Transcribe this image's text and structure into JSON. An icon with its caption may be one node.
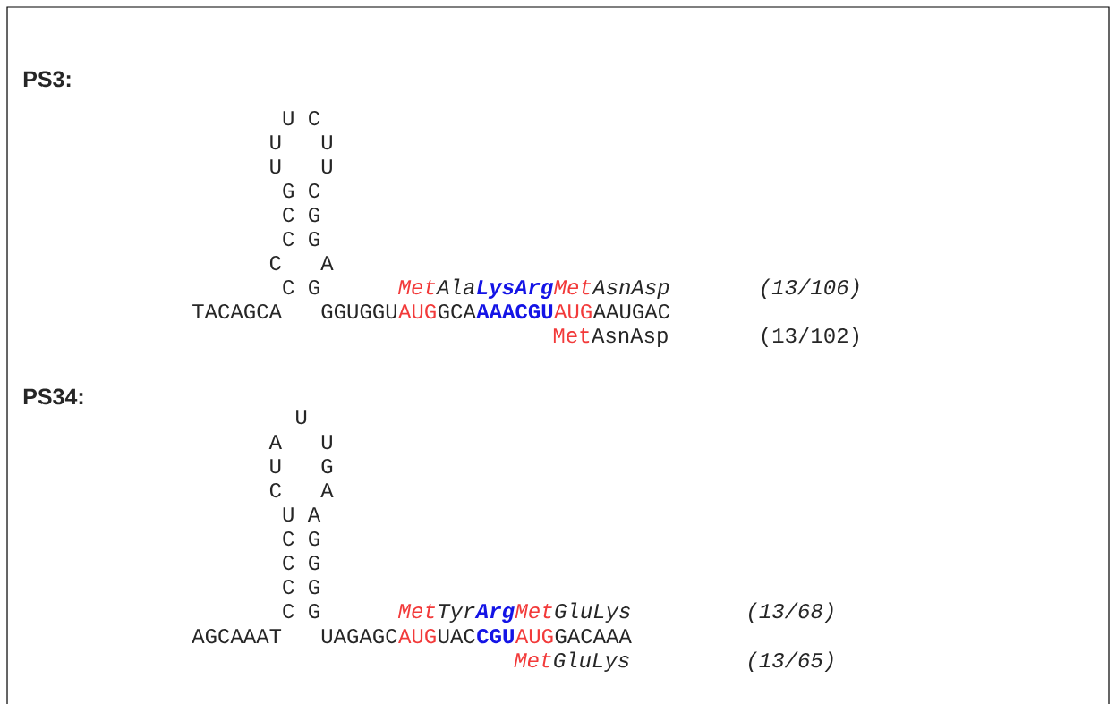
{
  "diagram": {
    "labels": [
      "PS3:",
      "U",
      "C",
      "U",
      "U",
      "U",
      "U",
      "G",
      "C",
      "C",
      "G",
      "C",
      "G",
      "C",
      "A",
      "C",
      "G",
      "Met",
      "Ala",
      "LysArg",
      "Met",
      "AsnAsp",
      "(13/106)",
      "TACAGCA",
      "GGUGGU",
      "AUG",
      "GCA",
      "AAACGU",
      "AUG",
      "AAUGAC",
      "Met",
      "AsnAsp",
      "(13/102)",
      "PS34:",
      "U",
      "A",
      "U",
      "U",
      "G",
      "C",
      "A",
      "U",
      "A",
      "C",
      "G",
      "C",
      "G",
      "C",
      "G",
      "C",
      "G",
      "Met",
      "Tyr",
      "Arg",
      "Met",
      "GluLys",
      "(13/68)",
      "AGCAAAT",
      "UAGAGC",
      "AUG",
      "UAC",
      "CGU",
      "AUG",
      "GACAAA",
      "Met",
      "GluLys",
      "(13/65)"
    ]
  }
}
